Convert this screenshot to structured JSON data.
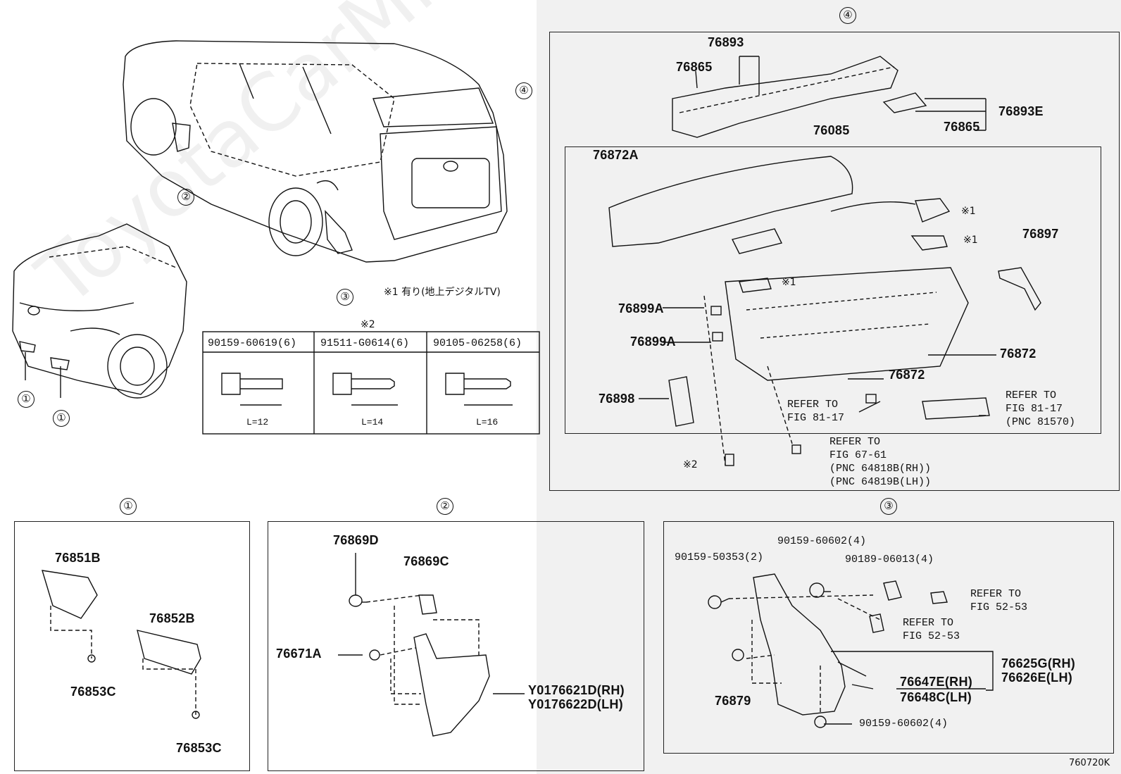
{
  "sections": {
    "s1": "①",
    "s2": "②",
    "s3": "③",
    "s4": "④"
  },
  "note_x1": "※1 有り(地上デジタルTV)",
  "bolt_table": {
    "mark": "※2",
    "columns": [
      {
        "part": "90159-60619(6)",
        "length": "L=12"
      },
      {
        "part": "91511-G0614(6)",
        "length": "L=14"
      },
      {
        "part": "90105-06258(6)",
        "length": "L=16"
      }
    ]
  },
  "box4": {
    "p76893": "76893",
    "p76865a": "76865",
    "p76893E": "76893E",
    "p76865b": "76865",
    "p76085": "76085",
    "p76872A": "76872A",
    "x1a": "※1",
    "x1b": "※1",
    "x1c": "※1",
    "p76897": "76897",
    "p76899Aa": "76899A",
    "p76899Ab": "76899A",
    "p76872a": "76872",
    "p76872b": "76872",
    "p76898": "76898",
    "ref1": "REFER TO\nFIG 81-17",
    "ref2": "REFER TO\nFIG 81-17\n(PNC 81570)",
    "ref3": "REFER TO\nFIG 67-61\n(PNC 64818B(RH))\n(PNC 64819B(LH))",
    "x2": "※2"
  },
  "box1": {
    "p76851B": "76851B",
    "p76852B": "76852B",
    "p76853Ca": "76853C",
    "p76853Cb": "76853C"
  },
  "box2": {
    "p76869D": "76869D",
    "p76869C": "76869C",
    "p76671A": "76671A",
    "pRH": "Y0176621D(RH)",
    "pLH": "Y0176622D(LH)"
  },
  "box3": {
    "p90159_50353": "90159-50353(2)",
    "p90159_60602a": "90159-60602(4)",
    "p90189_06013": "90189-06013(4)",
    "ref_a": "REFER TO\nFIG 52-53",
    "ref_b": "REFER TO\nFIG 52-53",
    "p76625G": "76625G(RH)",
    "p76626E": "76626E(LH)",
    "p76647E": "76647E(RH)",
    "p76648C": "76648C(LH)",
    "p76879": "76879",
    "p90159_60602b": "90159-60602(4)"
  },
  "watermark": "ToyotaCarMine.ru",
  "diagram_id": "760720K"
}
